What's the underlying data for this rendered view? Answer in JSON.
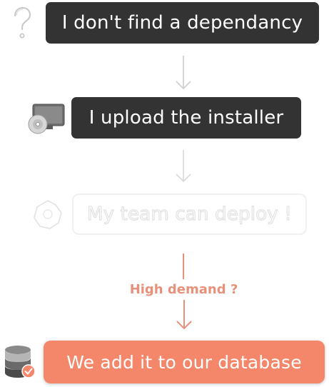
{
  "steps": [
    {
      "label": "I don't find a dependancy",
      "icon": "question-mark-icon"
    },
    {
      "label": "I upload the installer",
      "icon": "computer-disc-icon"
    },
    {
      "label": "My team can deploy !",
      "icon": "badge-icon"
    },
    {
      "label": "We add it to our database",
      "icon": "database-check-icon"
    }
  ],
  "annotation": "High demand ?",
  "colors": {
    "dark_box": "#333333",
    "accent": "#f4866a",
    "annotation_text": "#e8917a",
    "ghost_border": "#f0f0f0"
  }
}
